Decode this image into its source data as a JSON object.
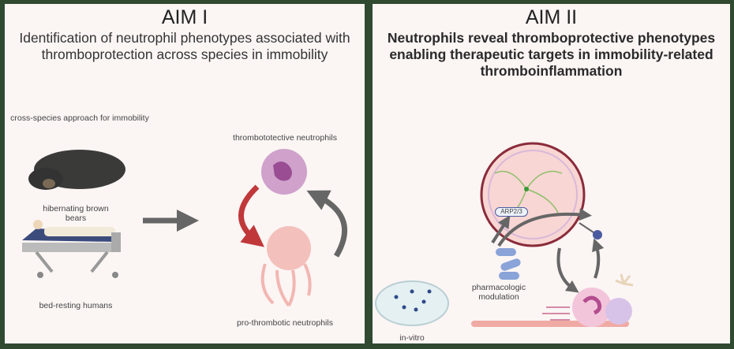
{
  "aim1": {
    "title": "AIM I",
    "subtitle": "Identification of neutrophil phenotypes associated with thromboprotection across species in immobility",
    "approach_label": "cross-species approach for immobility",
    "bears_label": "hibernating brown bears",
    "humans_label": "bed-resting humans",
    "protective_label": "thrombototective neutrophils",
    "prothrombotic_label": "pro-thrombotic neutrophils"
  },
  "aim2": {
    "title": "AIM II",
    "subtitle": "Neutrophils reveal thromboprotective phenotypes enabling therapeutic targets in immobility-related thromboinflammation",
    "arp_label": "ARP2/3",
    "pharma_label": "pharmacologic modulation",
    "invitro_label": "in-vitro"
  },
  "colors": {
    "border": "#2f4a31",
    "panel": "#fbf5f4",
    "red_arrow": "#c0383a",
    "grey_arrow": "#666666"
  }
}
